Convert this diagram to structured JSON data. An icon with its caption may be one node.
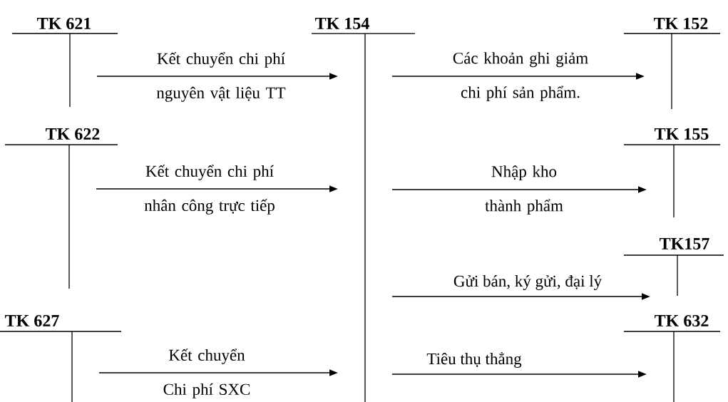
{
  "diagram": {
    "nodes": [
      {
        "text": [
          "TK 621"
        ]
      },
      {
        "text": [
          "TK 154"
        ]
      },
      {
        "text": [
          "TK 152"
        ]
      },
      {
        "text": [
          "TK 622"
        ]
      },
      {
        "text": [
          "TK 155"
        ]
      },
      {
        "text": [
          "TK157"
        ]
      },
      {
        "text": [
          "TK 627"
        ]
      },
      {
        "text": [
          "TK 632"
        ]
      }
    ],
    "edges": [
      {
        "from": 0,
        "to": 1,
        "arrow": "to",
        "label": "Kết chuyển chi phí nguyên vật liệu TT"
      },
      {
        "from": 3,
        "to": 1,
        "arrow": "to",
        "label": "Kết chuyển chi phí nhân công trực tiếp"
      },
      {
        "from": 6,
        "to": 1,
        "arrow": "to",
        "label": "Kết chuyển Chi phí SXC"
      },
      {
        "from": 1,
        "to": 2,
        "arrow": "to",
        "label": "Các khoản ghi giảm chi phí sản phẩm."
      },
      {
        "from": 1,
        "to": 4,
        "arrow": "to",
        "label": "Nhập kho thành phẩm"
      },
      {
        "from": 1,
        "to": 5,
        "arrow": "to",
        "label": "Gửi bán, ký gửi, đại lý"
      },
      {
        "from": 1,
        "to": 7,
        "arrow": "to",
        "label": "Tiêu thụ thẳng"
      }
    ]
  }
}
